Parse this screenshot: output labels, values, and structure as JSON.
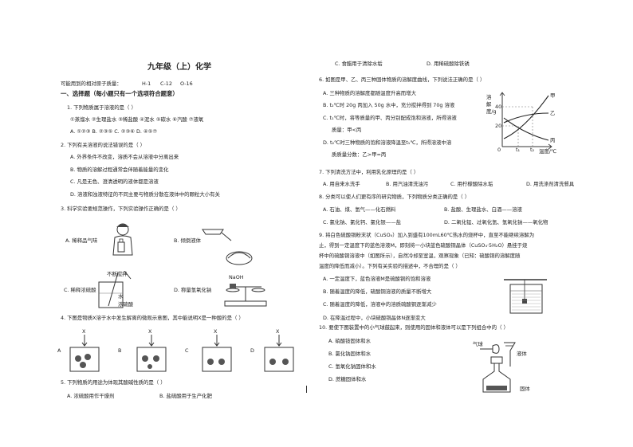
{
  "title": "九年级（上）化学",
  "atomic_masses": {
    "label": "可能用到的相对原子质量：",
    "h": "H-1",
    "c": "C-12",
    "o": "O-16"
  },
  "section1": "一、选择题（每小题只有一个选项符合题意）",
  "q1": {
    "stem": "1. 下列物质属于溶液的是（   ）",
    "items": "①蒸馏水  ②生理盐水  ③稀盐酸  ④泥水  ⑤碳水  ⑥汽酸  ⑦液氧",
    "options": "A. ①②③   B. ②③⑤   C. ②③⑥   D. ④⑤⑦"
  },
  "q2": {
    "stem": "2. 下列有关溶液的说法错误的是（   ）",
    "a": "A. 外界条件不改变，溶质不会从溶液中分离出来",
    "b": "B. 物质的溶解过程通常会伴随着能量的变化",
    "c": "C. 凡是无色、澄清透明的液体都是溶液",
    "d": "D. 溶液和浊液特征的不同主要与物质分散在液体中的颗粒大小有关"
  },
  "q3": {
    "stem": "3. 科学实验要规范操作，下列实验操作正确的是（   ）",
    "a": "A. 稀释品气味",
    "b": "B. 倾倒液体",
    "c": "C. 稀释浓硫酸",
    "c_note": "不断搅拌",
    "c_water": "水",
    "c_acid": "浓硫酸",
    "d": "D. 称量氢氧化钠",
    "d_label": "NaOH"
  },
  "q4": {
    "stem": "4. 下图是物质X溶于水中发生解离的微观示意图，其中能说明X是一种酸的是（   ）",
    "labels": [
      "A",
      "B",
      "C",
      "D"
    ],
    "x": "X"
  },
  "q5": {
    "stem": "5. 下列物质的用途为体现其酸碱性质的是（   ）",
    "a": "A. 浓硫酸用作干燥剂",
    "b": "B. 盐硫酸用于生产化肥",
    "c": "C. 食醋用于清除水垢",
    "d": "D. 用稀硫酸除铁锈"
  },
  "q6": {
    "stem": "6. 如图是甲、乙、丙三种固体物质的溶解度曲线，下列说法正确的是（   ）",
    "a": "A. 三种物质的溶解度都随温度升高而增大",
    "b": "B. t₂℃时 20g 丙加入 50g 水中，充分搅拌得到 70g 溶液",
    "c1": "C. t₁℃时，将等质量的甲、丙分别配成饱和溶液，所得溶液",
    "c2": "质量：甲<丙",
    "d1": "D. t₂℃时三种物质的饱和溶液降温至t₁℃，所得溶液中溶",
    "d2": "质质量分数：乙>甲=丙",
    "chart": {
      "ylabel": "溶解度/g",
      "xlabel": "温度/℃",
      "y40": "40",
      "y20": "20",
      "o": "0",
      "t1": "t₁",
      "t2": "t₂",
      "jia": "甲",
      "yi": "乙",
      "bing": "丙"
    }
  },
  "q7": {
    "stem": "7. 下列清洗方法中，利用乳化原理的是（   ）",
    "a": "A. 用自来水洗手",
    "b": "B. 用汽油清洗油污",
    "c": "C. 用柠檬酸除水垢",
    "d": "D. 用洗涤剂清洗餐具"
  },
  "q8": {
    "stem": "8. 分类可以使人们更有序的研究物质，下列物质分类正确的是（   ）",
    "a": "A. 石油、煤、氢气——化石燃料",
    "b": "B. 盐酸、生理盐水、白酒——溶液",
    "c": "C. 氯化钠、氯化钙、氯化银——盐",
    "d": "D. 二氧化锰、过氧化氢、氢氧化钠——氧化物"
  },
  "q9": {
    "l1": "9. 将白色硫酸铜粉末状（CuSO₄）加入到盛有100mL60℃热水的烧杯中，直至不能继续溶解为",
    "l2": "止，得到一定温度下的蓝色溶液M，即刻将一小块蓝色硫酸铜晶体（CuSO₄·5H₂O）悬挂于烧",
    "l3": "杯中的硫酸铜溶液中（如图所示），自然冷却至室温，观察现象（已知：硫酸铜的溶解度随",
    "l4": "温度的降低而减小）。下列有关实验的描述中，不合理的是（   ）",
    "a": "A. 一定温度下，蓝色溶液M是硫酸铜的饱和溶液",
    "b": "B. 随着温度的降低，硫酸铜溶液的质量不断增大",
    "c": "C. 随着温度的降低，溶液中的溶质硫酸铜逐渐减少",
    "d": "D. 在降温过程中，小块硫酸铜晶体N逐渐变大"
  },
  "q10": {
    "stem": "10. 要使下图装置中的小气球鼓起来，则使用的固体和液体可以是下列组合中的（   ）",
    "a": "A. 硝酸铵固体和水",
    "b": "B. 氯化钠固体和水",
    "c": "C. 氢氧化钠固体和水",
    "d": "D. 蔗糖固体和水",
    "balloon": "气球",
    "liquid": "液体",
    "solid": "固体"
  }
}
